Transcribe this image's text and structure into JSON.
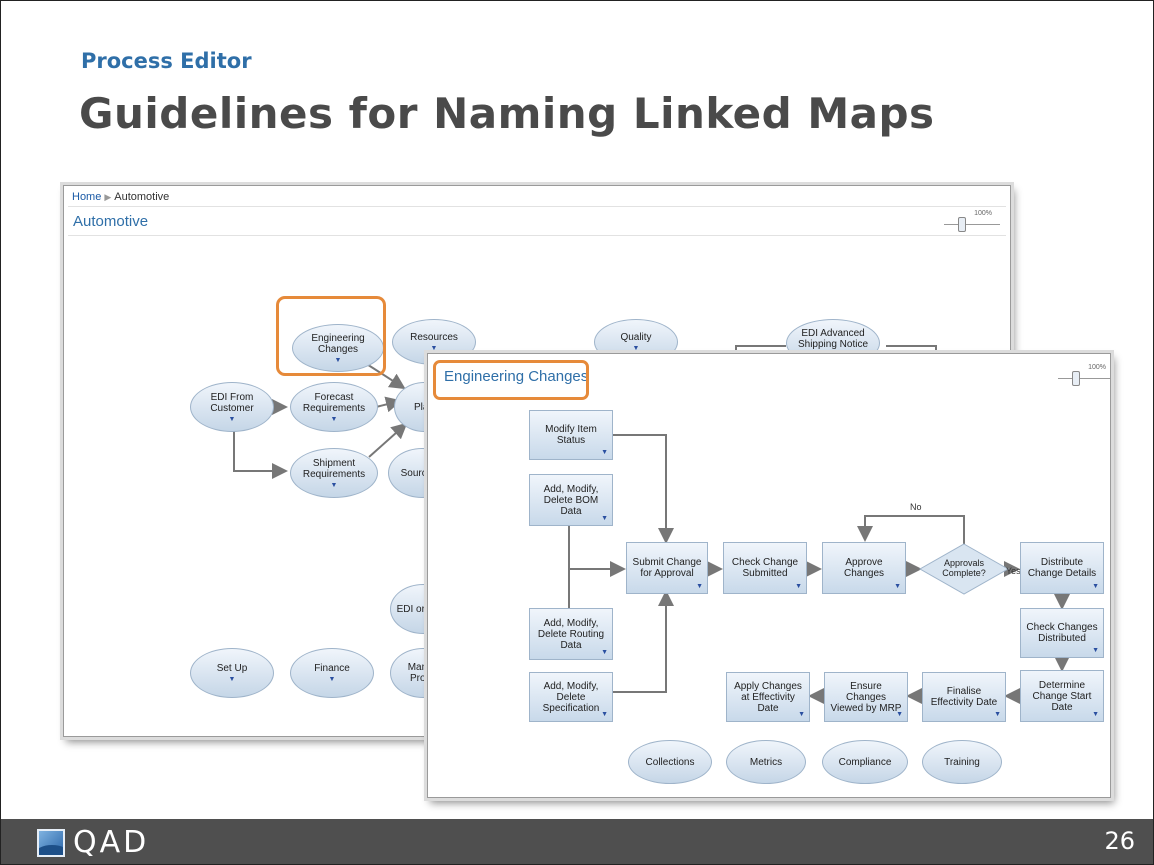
{
  "slide": {
    "kicker": "Process Editor",
    "title": "Guidelines for Naming Linked Maps",
    "page_number": "26",
    "brand": "QAD"
  },
  "overview_map": {
    "breadcrumb": {
      "home": "Home",
      "current": "Automotive"
    },
    "title": "Automotive",
    "zoom": "100%",
    "nodes": {
      "eng": "Engineering Changes",
      "res": "Resources",
      "qual": "Quality",
      "edi_adv": "EDI Advanced Shipping Notice",
      "edi_from": "EDI From Customer",
      "forecast": "Forecast Requirements",
      "plan": "Plan",
      "shipment": "Shipment Requirements",
      "source": "Source M",
      "edi_or": "EDI or supp",
      "setup": "Set Up",
      "finance": "Finance",
      "manage": "Manag Proce"
    }
  },
  "detail_map": {
    "title": "Engineering Changes",
    "zoom": "100%",
    "nodes": {
      "modify_item": "Modify Item Status",
      "bom": "Add, Modify, Delete BOM Data",
      "routing": "Add, Modify, Delete Routing Data",
      "spec": "Add, Modify, Delete Specification",
      "submit": "Submit Change for Approval",
      "check": "Check Change Submitted",
      "approve": "Approve Changes",
      "approvals": "Approvals Complete?",
      "distribute": "Distribute Change Details",
      "check_dist": "Check Changes Distributed",
      "determine": "Determine Change Start Date",
      "finalise": "Finalise Effectivity Date",
      "ensure": "Ensure Changes Viewed by MRP",
      "apply": "Apply Changes at Effectivity Date",
      "collections": "Collections",
      "metrics": "Metrics",
      "compliance": "Compliance",
      "training": "Training"
    },
    "decision": {
      "no": "No",
      "yes": "Yes"
    }
  },
  "colors": {
    "accent": "#2f6fa8",
    "highlight": "#e68a3a",
    "footer": "#4f4f4f"
  },
  "icons": {
    "node_menu": "chevron-down-icon",
    "logo": "qad-logo-icon"
  }
}
